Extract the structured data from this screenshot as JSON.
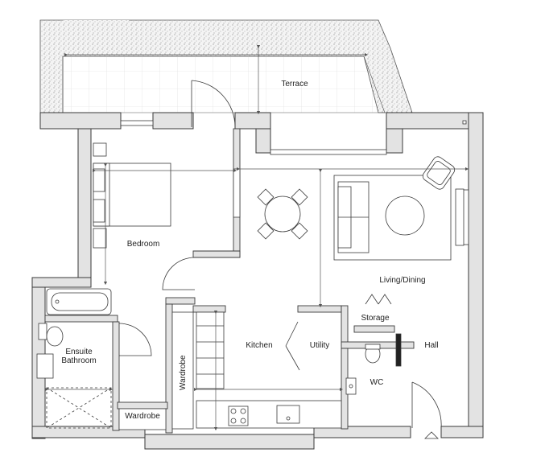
{
  "rooms": {
    "terrace": "Terrace",
    "bedroom": "Bedroom",
    "living_dining": "Living/Dining",
    "storage": "Storage",
    "kitchen": "Kitchen",
    "utility": "Utility",
    "hall": "Hall",
    "ensuite_line1": "Ensuite",
    "ensuite_line2": "Bathroom",
    "wc": "WC",
    "wardrobe_vertical": "Wardrobe",
    "wardrobe_horizontal": "Wardrobe"
  },
  "colors": {
    "wall": "#e3e3e3",
    "line": "#3a3a3a",
    "dim": "#555555"
  }
}
